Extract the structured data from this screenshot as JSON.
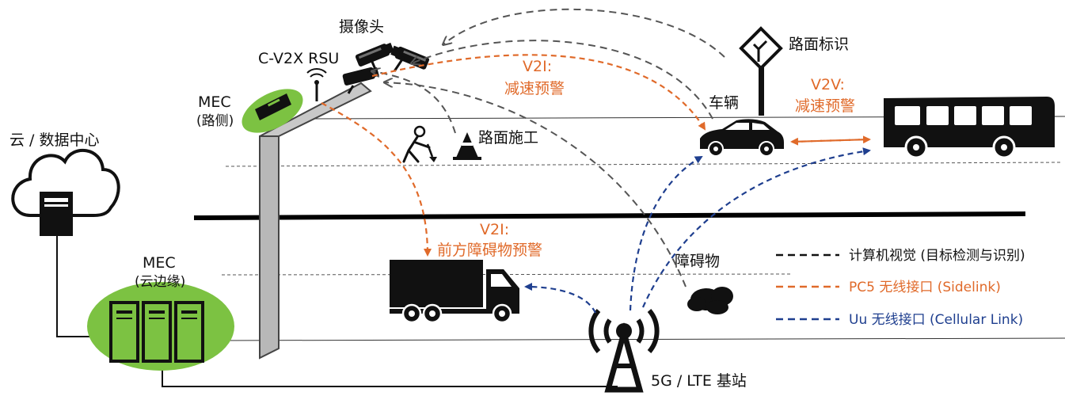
{
  "labels": {
    "cloud_dc": "云 / 数据中心",
    "mec_cloud_title": "MEC",
    "mec_cloud_sub": "(云边缘)",
    "mec_road_title": "MEC",
    "mec_road_sub": "(路侧)",
    "rsu": "C-V2X RSU",
    "camera": "摄像头",
    "construction": "路面施工",
    "road_sign": "路面标识",
    "vehicle": "车辆",
    "obstacle": "障碍物",
    "base_station": "5G / LTE 基站"
  },
  "callouts": {
    "v2i_top_line1": "V2I:",
    "v2i_top_line2": "减速预警",
    "v2v_line1": "V2V:",
    "v2v_line2": "减速预警",
    "v2i_mid_line1": "V2I:",
    "v2i_mid_line2": "前方障碍物预警"
  },
  "legend": {
    "items": [
      {
        "label": "计算机视觉 (目标检测与识别)",
        "color": "#111111"
      },
      {
        "label": "PC5 无线接口 (Sidelink)",
        "color": "#e06a2a"
      },
      {
        "label": "Uu 无线接口 (Cellular Link)",
        "color": "#1f3f8f"
      }
    ]
  },
  "colors": {
    "pc5": "#e06a2a",
    "uu": "#1f3f8f",
    "cv": "#555555",
    "mec_green": "#7cc242"
  }
}
